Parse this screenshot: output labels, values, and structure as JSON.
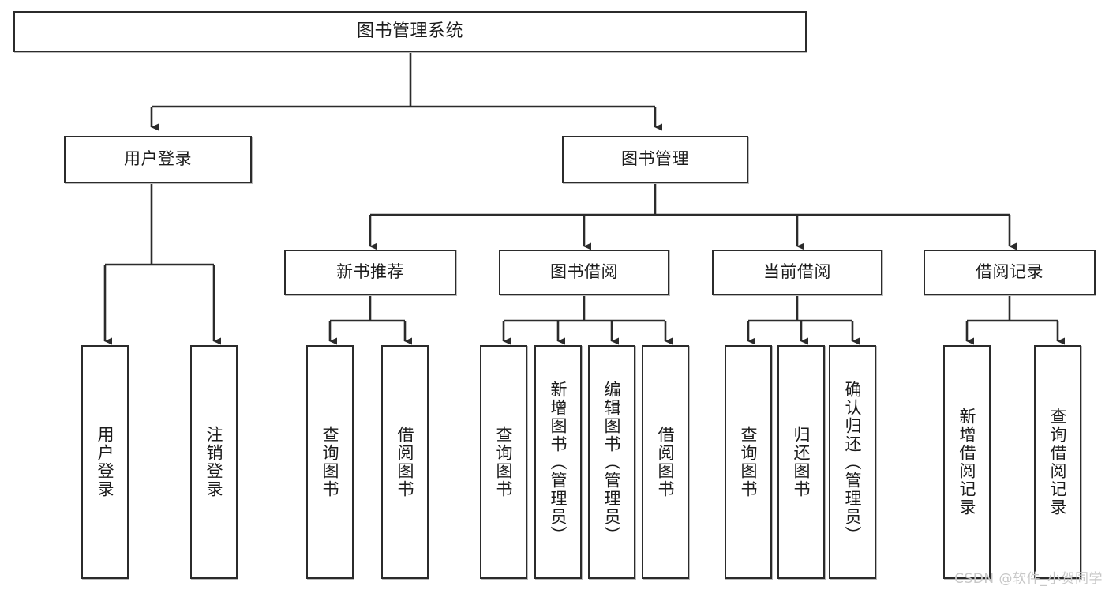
{
  "diagram": {
    "type": "tree-hierarchy",
    "orientation": "top-down",
    "watermark": "CSDN @软件_小贺同学",
    "colors": {
      "background": "#ffffff",
      "box_border": "#2b2b2b",
      "box_fill": "#ffffff",
      "connector": "#2b2b2b",
      "text": "#1b1b1b",
      "watermark": "#c7c7c7"
    },
    "root": {
      "id": "root",
      "label": "图书管理系统",
      "level": 1
    },
    "level2": [
      {
        "id": "user-login",
        "label": "用户登录",
        "level": 2
      },
      {
        "id": "book-manage",
        "label": "图书管理",
        "level": 2
      }
    ],
    "level3": [
      {
        "id": "new-book-recommend",
        "label": "新书推荐",
        "level": 3,
        "parent": "book-manage"
      },
      {
        "id": "book-borrow",
        "label": "图书借阅",
        "level": 3,
        "parent": "book-manage"
      },
      {
        "id": "current-borrow",
        "label": "当前借阅",
        "level": 3,
        "parent": "book-manage"
      },
      {
        "id": "borrow-record",
        "label": "借阅记录",
        "level": 3,
        "parent": "book-manage"
      }
    ],
    "leaves": [
      {
        "id": "leaf-user-login",
        "label": "用户登录",
        "parent": "user-login"
      },
      {
        "id": "leaf-logout-login",
        "label": "注销登录",
        "parent": "user-login"
      },
      {
        "id": "leaf-query-book-1",
        "label": "查询图书",
        "parent": "new-book-recommend"
      },
      {
        "id": "leaf-borrow-book-1",
        "label": "借阅图书",
        "parent": "new-book-recommend"
      },
      {
        "id": "leaf-query-book-2",
        "label": "查询图书",
        "parent": "book-borrow"
      },
      {
        "id": "leaf-add-book",
        "label": "新增图书（管理员）",
        "parent": "book-borrow"
      },
      {
        "id": "leaf-edit-book",
        "label": "编辑图书（管理员）",
        "parent": "book-borrow"
      },
      {
        "id": "leaf-borrow-book-2",
        "label": "借阅图书",
        "parent": "book-borrow"
      },
      {
        "id": "leaf-query-book-3",
        "label": "查询图书",
        "parent": "current-borrow"
      },
      {
        "id": "leaf-return-book",
        "label": "归还图书",
        "parent": "current-borrow"
      },
      {
        "id": "leaf-confirm-return",
        "label": "确认归还（管理员）",
        "parent": "current-borrow"
      },
      {
        "id": "leaf-add-record",
        "label": "新增借阅记录",
        "parent": "borrow-record"
      },
      {
        "id": "leaf-query-record",
        "label": "查询借阅记录",
        "parent": "borrow-record"
      }
    ]
  }
}
